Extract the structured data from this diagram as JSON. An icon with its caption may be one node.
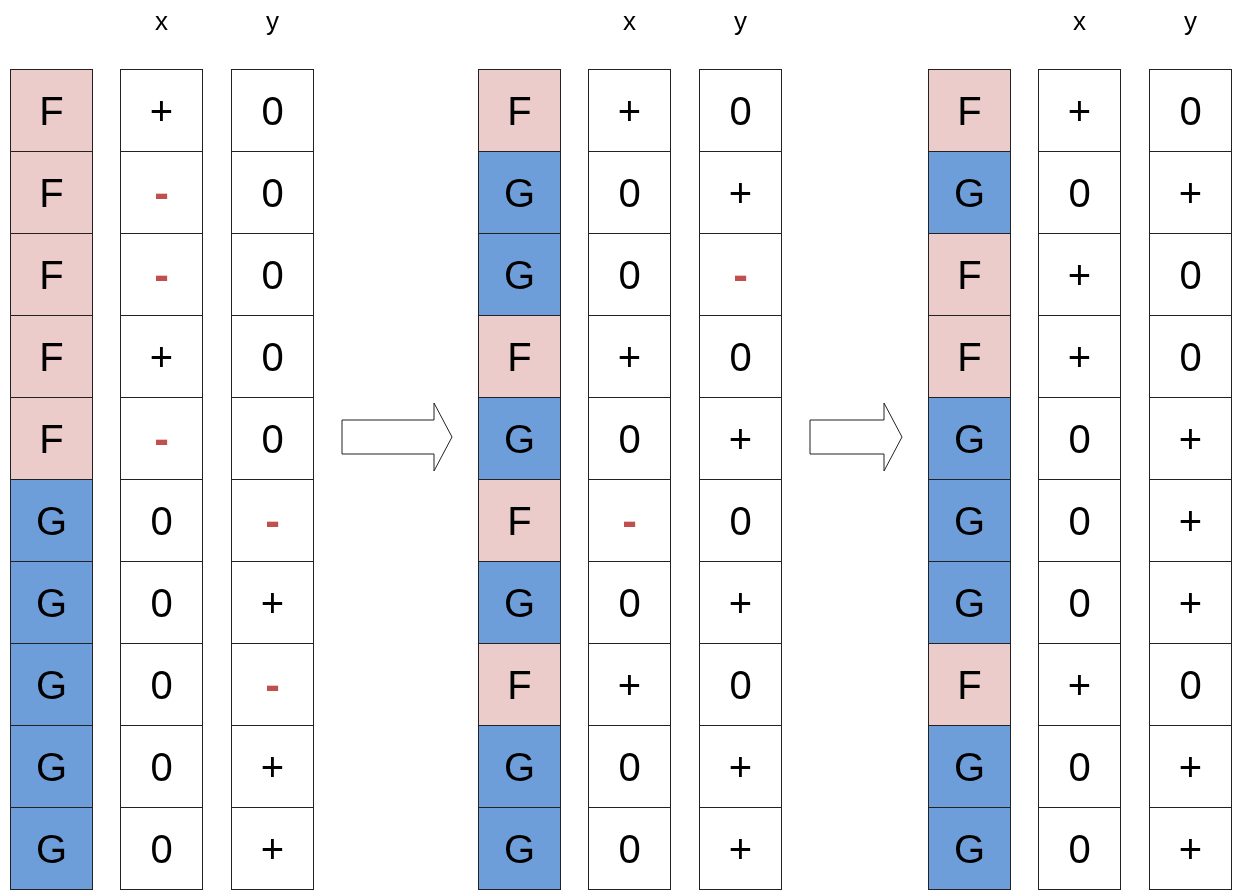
{
  "diagram": {
    "nodes": [
      {
        "text": [
          "x",
          "y"
        ]
      },
      {
        "text": [
          "F"
        ],
        "in": 0
      },
      {
        "text": [
          "+"
        ],
        "in": 0
      },
      {
        "text": [
          "0"
        ],
        "in": 0
      },
      {
        "text": [
          "F"
        ],
        "in": 0
      },
      {
        "text": [
          "-"
        ],
        "in": 0
      },
      {
        "text": [
          "0"
        ],
        "in": 0
      },
      {
        "text": [
          "F"
        ],
        "in": 0
      },
      {
        "text": [
          "-"
        ],
        "in": 0
      },
      {
        "text": [
          "0"
        ],
        "in": 0
      },
      {
        "text": [
          "F"
        ],
        "in": 0
      },
      {
        "text": [
          "+"
        ],
        "in": 0
      },
      {
        "text": [
          "0"
        ],
        "in": 0
      },
      {
        "text": [
          "F"
        ],
        "in": 0
      },
      {
        "text": [
          "-"
        ],
        "in": 0
      },
      {
        "text": [
          "0"
        ],
        "in": 0
      },
      {
        "text": [
          "G"
        ],
        "in": 0
      },
      {
        "text": [
          "0"
        ],
        "in": 0
      },
      {
        "text": [
          "-"
        ],
        "in": 0
      },
      {
        "text": [
          "G"
        ],
        "in": 0
      },
      {
        "text": [
          "0"
        ],
        "in": 0
      },
      {
        "text": [
          "+"
        ],
        "in": 0
      },
      {
        "text": [
          "G"
        ],
        "in": 0
      },
      {
        "text": [
          "0"
        ],
        "in": 0
      },
      {
        "text": [
          "-"
        ],
        "in": 0
      },
      {
        "text": [
          "G"
        ],
        "in": 0
      },
      {
        "text": [
          "0"
        ],
        "in": 0
      },
      {
        "text": [
          "+"
        ],
        "in": 0
      },
      {
        "text": [
          "G"
        ],
        "in": 0
      },
      {
        "text": [
          "0"
        ],
        "in": 0
      },
      {
        "text": [
          "+"
        ],
        "in": 0
      },
      {
        "text": [
          "x",
          "y"
        ]
      },
      {
        "text": [
          "F"
        ],
        "in": 31
      },
      {
        "text": [
          "+"
        ],
        "in": 31
      },
      {
        "text": [
          "0"
        ],
        "in": 31
      },
      {
        "text": [
          "G"
        ],
        "in": 31
      },
      {
        "text": [
          "0"
        ],
        "in": 31
      },
      {
        "text": [
          "+"
        ],
        "in": 31
      },
      {
        "text": [
          "G"
        ],
        "in": 31
      },
      {
        "text": [
          "0"
        ],
        "in": 31
      },
      {
        "text": [
          "-"
        ],
        "in": 31
      },
      {
        "text": [
          "F"
        ],
        "in": 31
      },
      {
        "text": [
          "+"
        ],
        "in": 31
      },
      {
        "text": [
          "0"
        ],
        "in": 31
      },
      {
        "text": [
          "G"
        ],
        "in": 31
      },
      {
        "text": [
          "0"
        ],
        "in": 31
      },
      {
        "text": [
          "+"
        ],
        "in": 31
      },
      {
        "text": [
          "F"
        ],
        "in": 31
      },
      {
        "text": [
          "-"
        ],
        "in": 31
      },
      {
        "text": [
          "0"
        ],
        "in": 31
      },
      {
        "text": [
          "G"
        ],
        "in": 31
      },
      {
        "text": [
          "0"
        ],
        "in": 31
      },
      {
        "text": [
          "+"
        ],
        "in": 31
      },
      {
        "text": [
          "F"
        ],
        "in": 31
      },
      {
        "text": [
          "+"
        ],
        "in": 31
      },
      {
        "text": [
          "0"
        ],
        "in": 31
      },
      {
        "text": [
          "G"
        ],
        "in": 31
      },
      {
        "text": [
          "0"
        ],
        "in": 31
      },
      {
        "text": [
          "+"
        ],
        "in": 31
      },
      {
        "text": [
          "G"
        ],
        "in": 31
      },
      {
        "text": [
          "0"
        ],
        "in": 31
      },
      {
        "text": [
          "+"
        ],
        "in": 31
      },
      {
        "text": [
          "x",
          "y"
        ]
      },
      {
        "text": [
          "F"
        ],
        "in": 62
      },
      {
        "text": [
          "+"
        ],
        "in": 62
      },
      {
        "text": [
          "0"
        ],
        "in": 62
      },
      {
        "text": [
          "G"
        ],
        "in": 62
      },
      {
        "text": [
          "0"
        ],
        "in": 62
      },
      {
        "text": [
          "+"
        ],
        "in": 62
      },
      {
        "text": [
          "F"
        ],
        "in": 62
      },
      {
        "text": [
          "+"
        ],
        "in": 62
      },
      {
        "text": [
          "0"
        ],
        "in": 62
      },
      {
        "text": [
          "F"
        ],
        "in": 62
      },
      {
        "text": [
          "+"
        ],
        "in": 62
      },
      {
        "text": [
          "0"
        ],
        "in": 62
      },
      {
        "text": [
          "G"
        ],
        "in": 62
      },
      {
        "text": [
          "0"
        ],
        "in": 62
      },
      {
        "text": [
          "+"
        ],
        "in": 62
      },
      {
        "text": [
          "G"
        ],
        "in": 62
      },
      {
        "text": [
          "0"
        ],
        "in": 62
      },
      {
        "text": [
          "+"
        ],
        "in": 62
      },
      {
        "text": [
          "G"
        ],
        "in": 62
      },
      {
        "text": [
          "0"
        ],
        "in": 62
      },
      {
        "text": [
          "+"
        ],
        "in": 62
      },
      {
        "text": [
          "F"
        ],
        "in": 62
      },
      {
        "text": [
          "+"
        ],
        "in": 62
      },
      {
        "text": [
          "0"
        ],
        "in": 62
      },
      {
        "text": [
          "G"
        ],
        "in": 62
      },
      {
        "text": [
          "0"
        ],
        "in": 62
      },
      {
        "text": [
          "+"
        ],
        "in": 62
      },
      {
        "text": [
          "G"
        ],
        "in": 62
      },
      {
        "text": [
          "0"
        ],
        "in": 62
      },
      {
        "text": [
          "+"
        ],
        "in": 62
      }
    ],
    "edges": [
      {
        "from": 0,
        "to": 31,
        "arrow": "to"
      },
      {
        "from": 31,
        "to": 62,
        "arrow": "to"
      }
    ]
  }
}
